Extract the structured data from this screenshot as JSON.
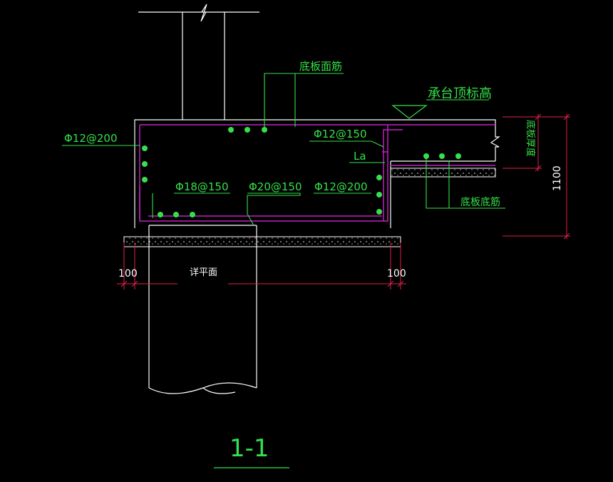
{
  "labels": {
    "top_bar_label": "底板面筋",
    "cap_top_elev": "承台顶标高",
    "rebar_left": "Φ12@200",
    "rebar_mid_top": "Φ12@150",
    "anchor_len": "La",
    "rebar_bottom_1": "Φ18@150",
    "rebar_bottom_2": "Φ20@150",
    "rebar_bottom_3": "Φ12@200",
    "slab_thickness": "底板厚度",
    "slab_bottom_bar": "底板底筋",
    "dim_height": "1100",
    "dim_left": "100",
    "dim_right": "100",
    "plan_ref": "详平面",
    "section_title": "1-1"
  },
  "colors": {
    "background": "#000000",
    "outline": "#ffffff",
    "rebar": "#c020c0",
    "leader": "#36e04a",
    "dimension": "#e0204a"
  }
}
